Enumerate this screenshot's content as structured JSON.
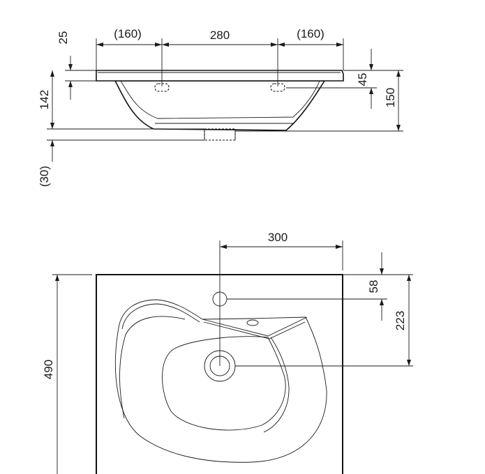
{
  "side_view": {
    "dims": {
      "top_left_width": "(160)",
      "center_width": "280",
      "top_right_width": "(160)",
      "rim_thickness": "25",
      "left_height": "142",
      "waste_depth": "(30)",
      "tap_hole_depth": "45",
      "total_height": "150"
    }
  },
  "plan_view": {
    "dims": {
      "waste_offset": "300",
      "tap_offset": "58",
      "waste_from_back": "223",
      "total_depth": "490"
    }
  }
}
